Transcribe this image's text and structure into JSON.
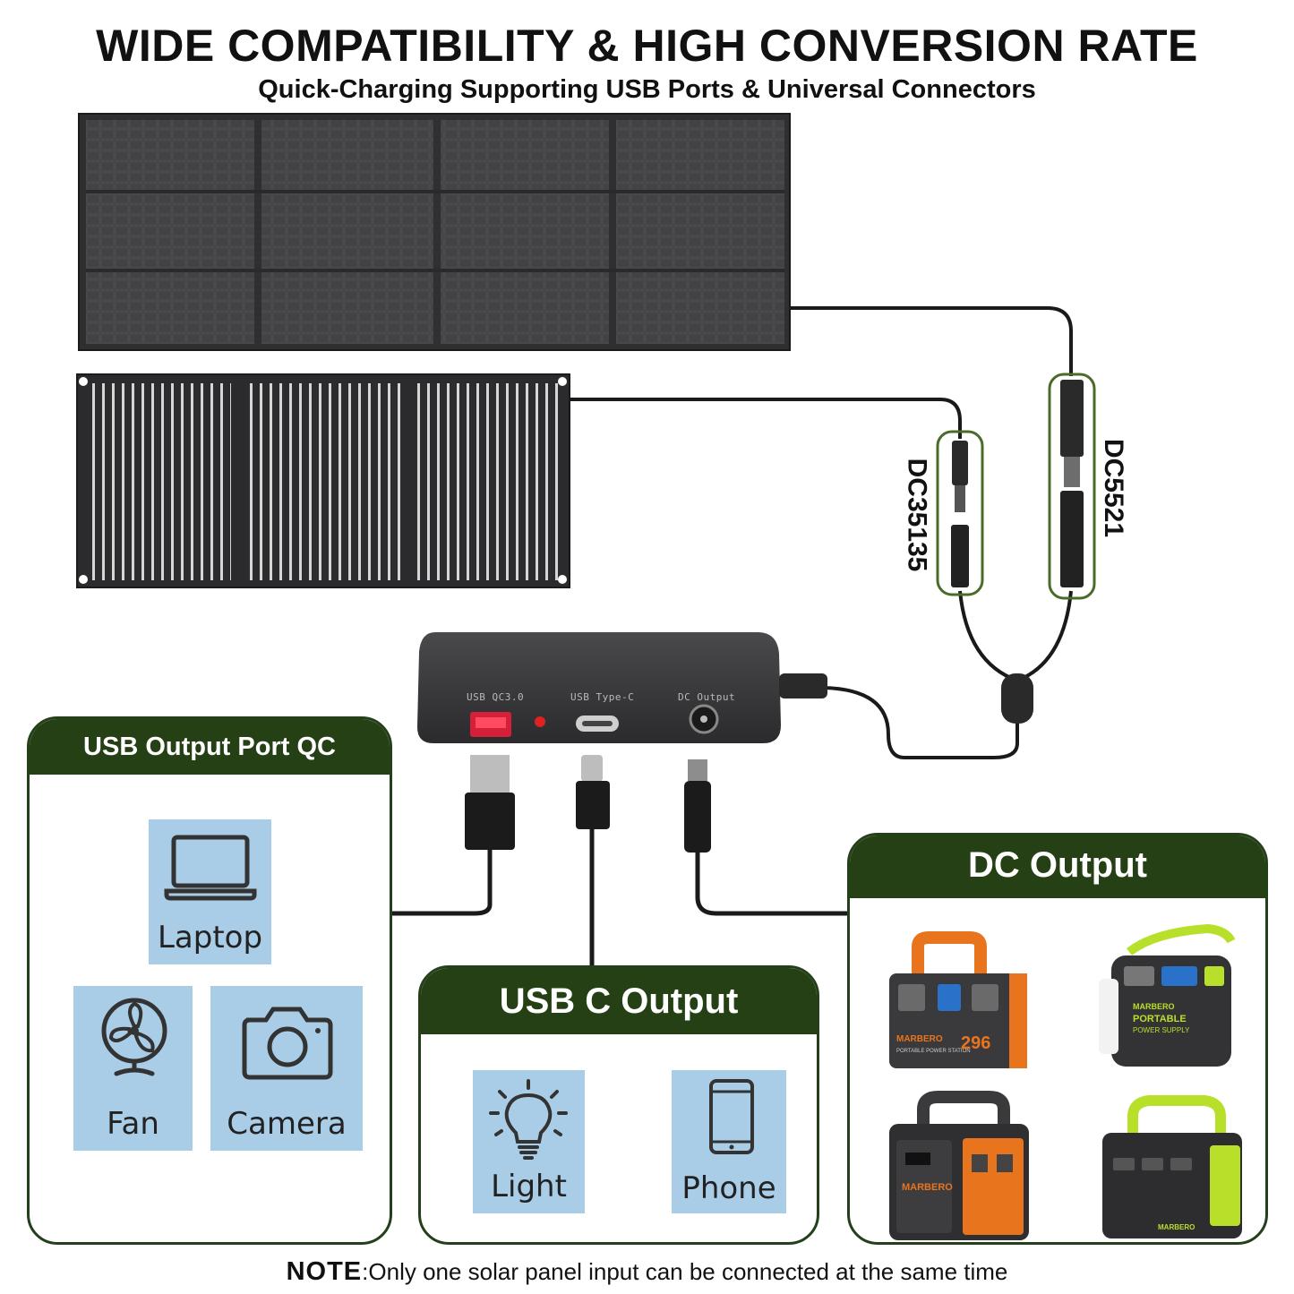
{
  "header": {
    "title": "WIDE COMPATIBILITY & HIGH CONVERSION RATE",
    "subtitle": "Quick-Charging Supporting USB Ports & Universal Connectors"
  },
  "connectors": {
    "left": "DC35135",
    "right": "DC5521"
  },
  "hub": {
    "ports": [
      "USB QC3.0",
      "USB Type-C",
      "DC Output"
    ]
  },
  "usb_qc_box": {
    "title": "USB Output Port QC",
    "items": [
      {
        "label": "Laptop",
        "icon": "laptop-icon"
      },
      {
        "label": "Fan",
        "icon": "fan-icon"
      },
      {
        "label": "Camera",
        "icon": "camera-icon"
      }
    ]
  },
  "usbc_box": {
    "title": "USB C Output",
    "items": [
      {
        "label": "Light",
        "icon": "lightbulb-icon"
      },
      {
        "label": "Phone",
        "icon": "phone-icon"
      }
    ]
  },
  "dc_box": {
    "title": "DC Output",
    "stations": [
      {
        "brand": "MARBERO",
        "badge": "296",
        "sub": "PORTABLE POWER STATION"
      },
      {
        "brand": "MARBERO",
        "badge": "PORTABLE",
        "sub": "POWER SUPPLY"
      },
      {
        "brand": "MARBERO",
        "badge": "",
        "sub": ""
      },
      {
        "brand": "MARBERO",
        "badge": "",
        "sub": ""
      }
    ]
  },
  "footer": {
    "note_label": "NOTE",
    "note_text": ":Only one solar panel input can be connected at the same time"
  },
  "colors": {
    "box_header": "#254014",
    "tile_bg": "#a9cde6",
    "panel_dark": "#2e2e30",
    "cable": "#1a1a1a",
    "highlight_ring": "#4b6b2a",
    "station_orange": "#e8741e",
    "station_green": "#b8e02a"
  }
}
